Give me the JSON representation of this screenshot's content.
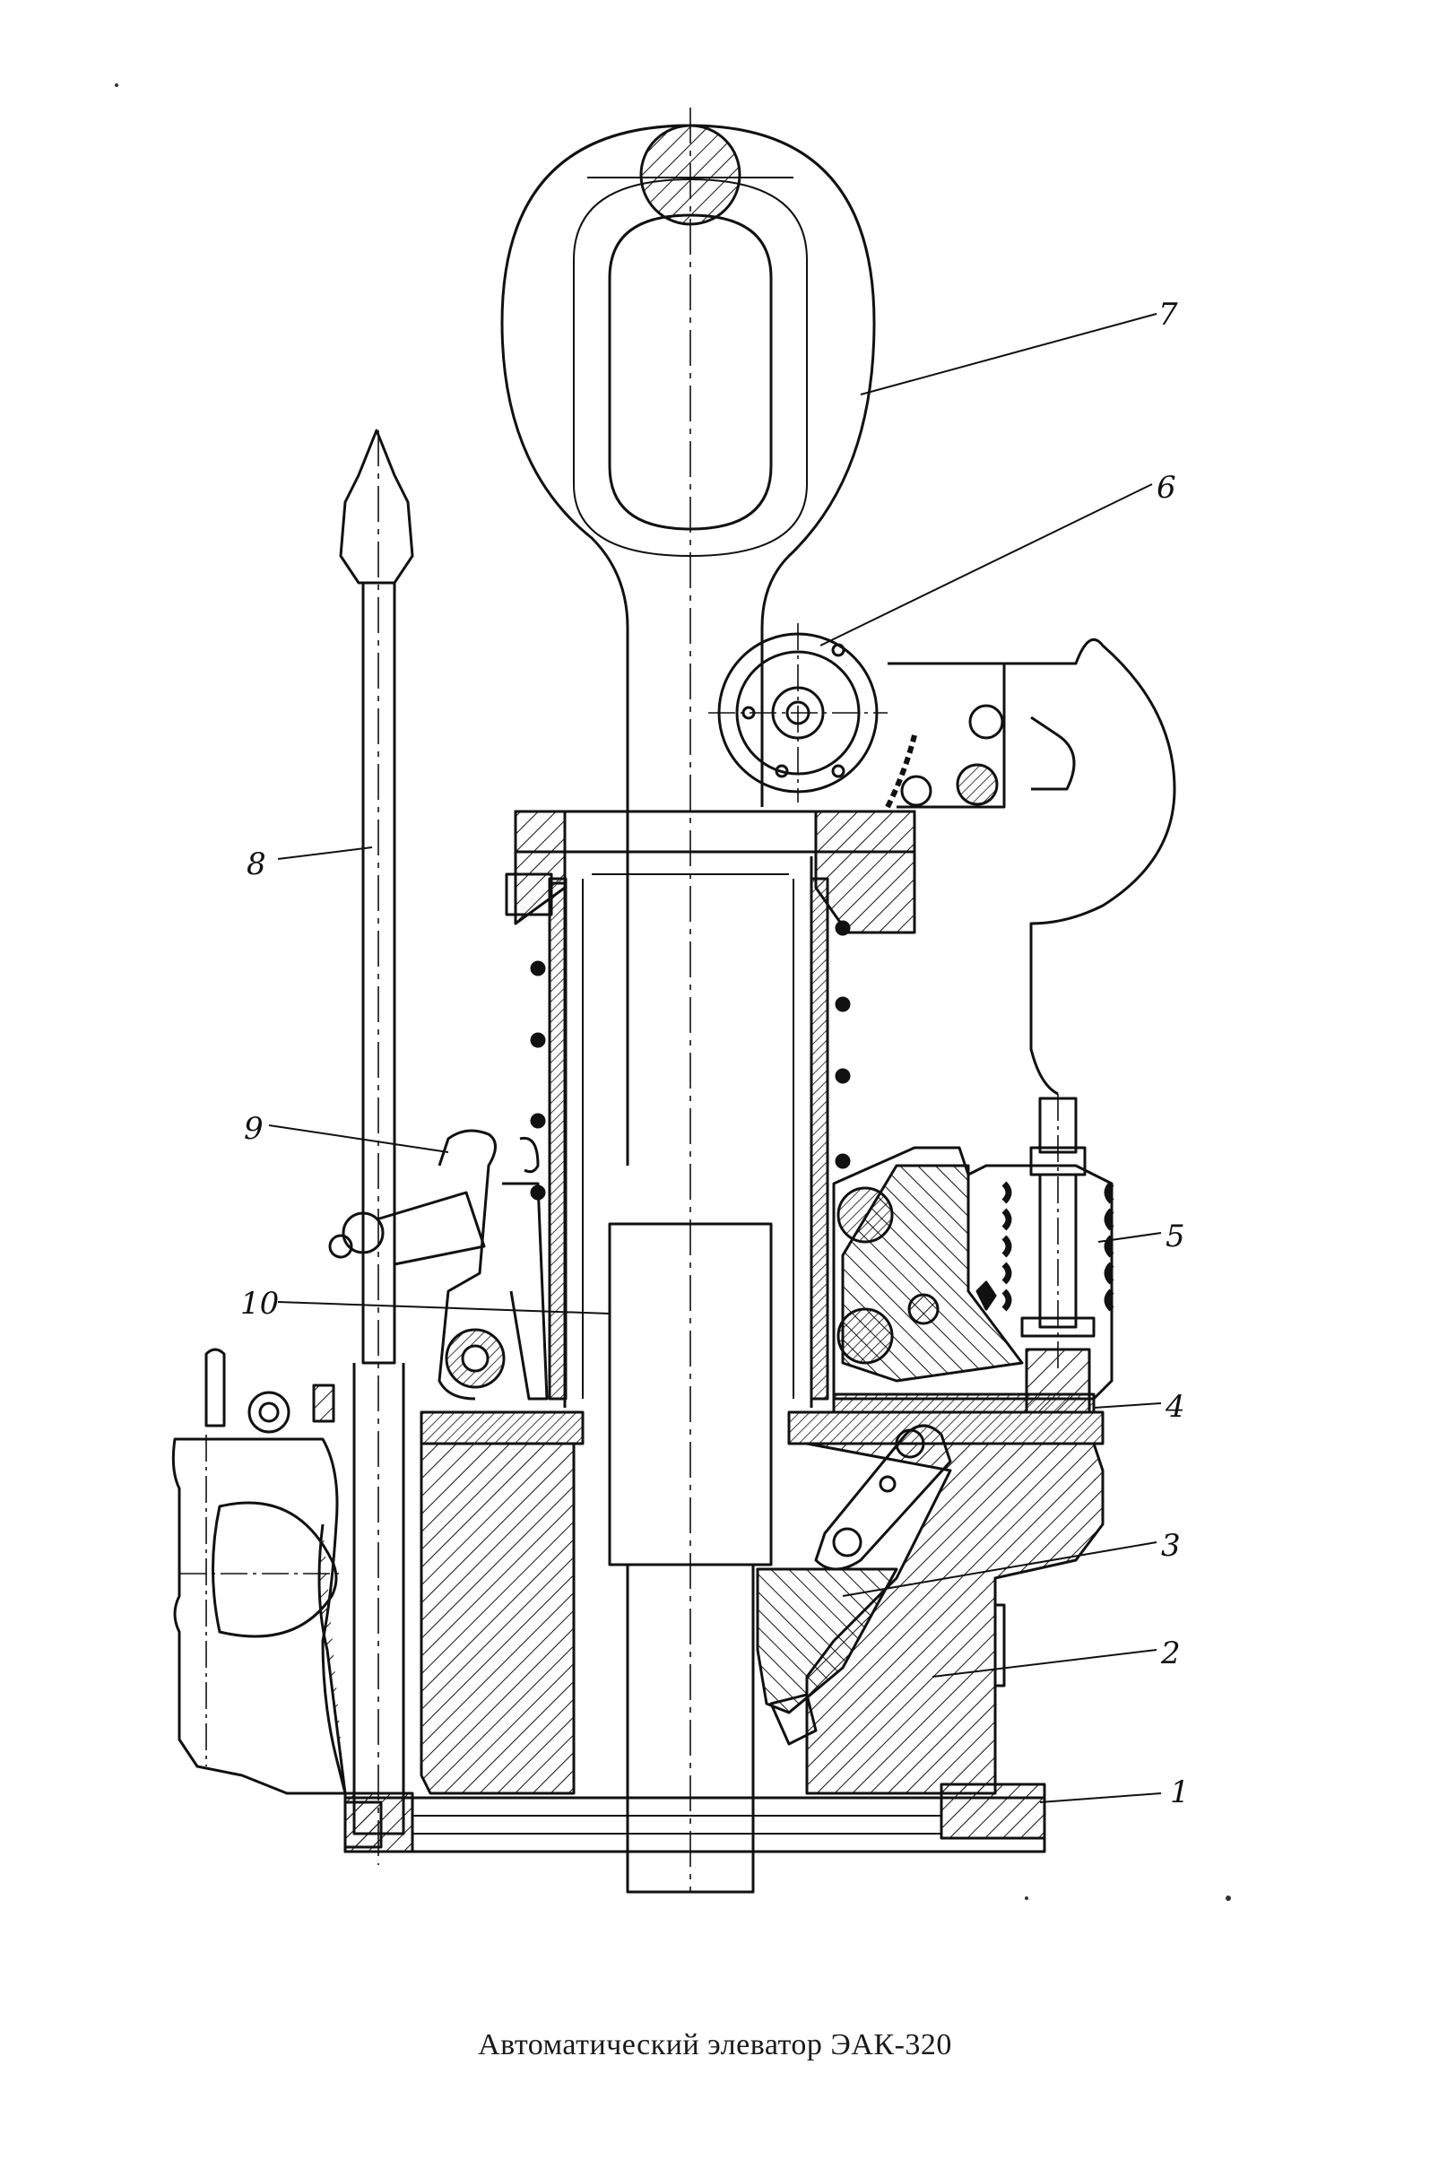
{
  "caption": "Автоматический элеватор ЭАК-320",
  "callouts": {
    "c1": "1",
    "c2": "2",
    "c3": "3",
    "c4": "4",
    "c5": "5",
    "c6": "6",
    "c7": "7",
    "c8": "8",
    "c9": "9",
    "c10": "10"
  },
  "colors": {
    "ink": "#111111",
    "paper": "#ffffff"
  }
}
